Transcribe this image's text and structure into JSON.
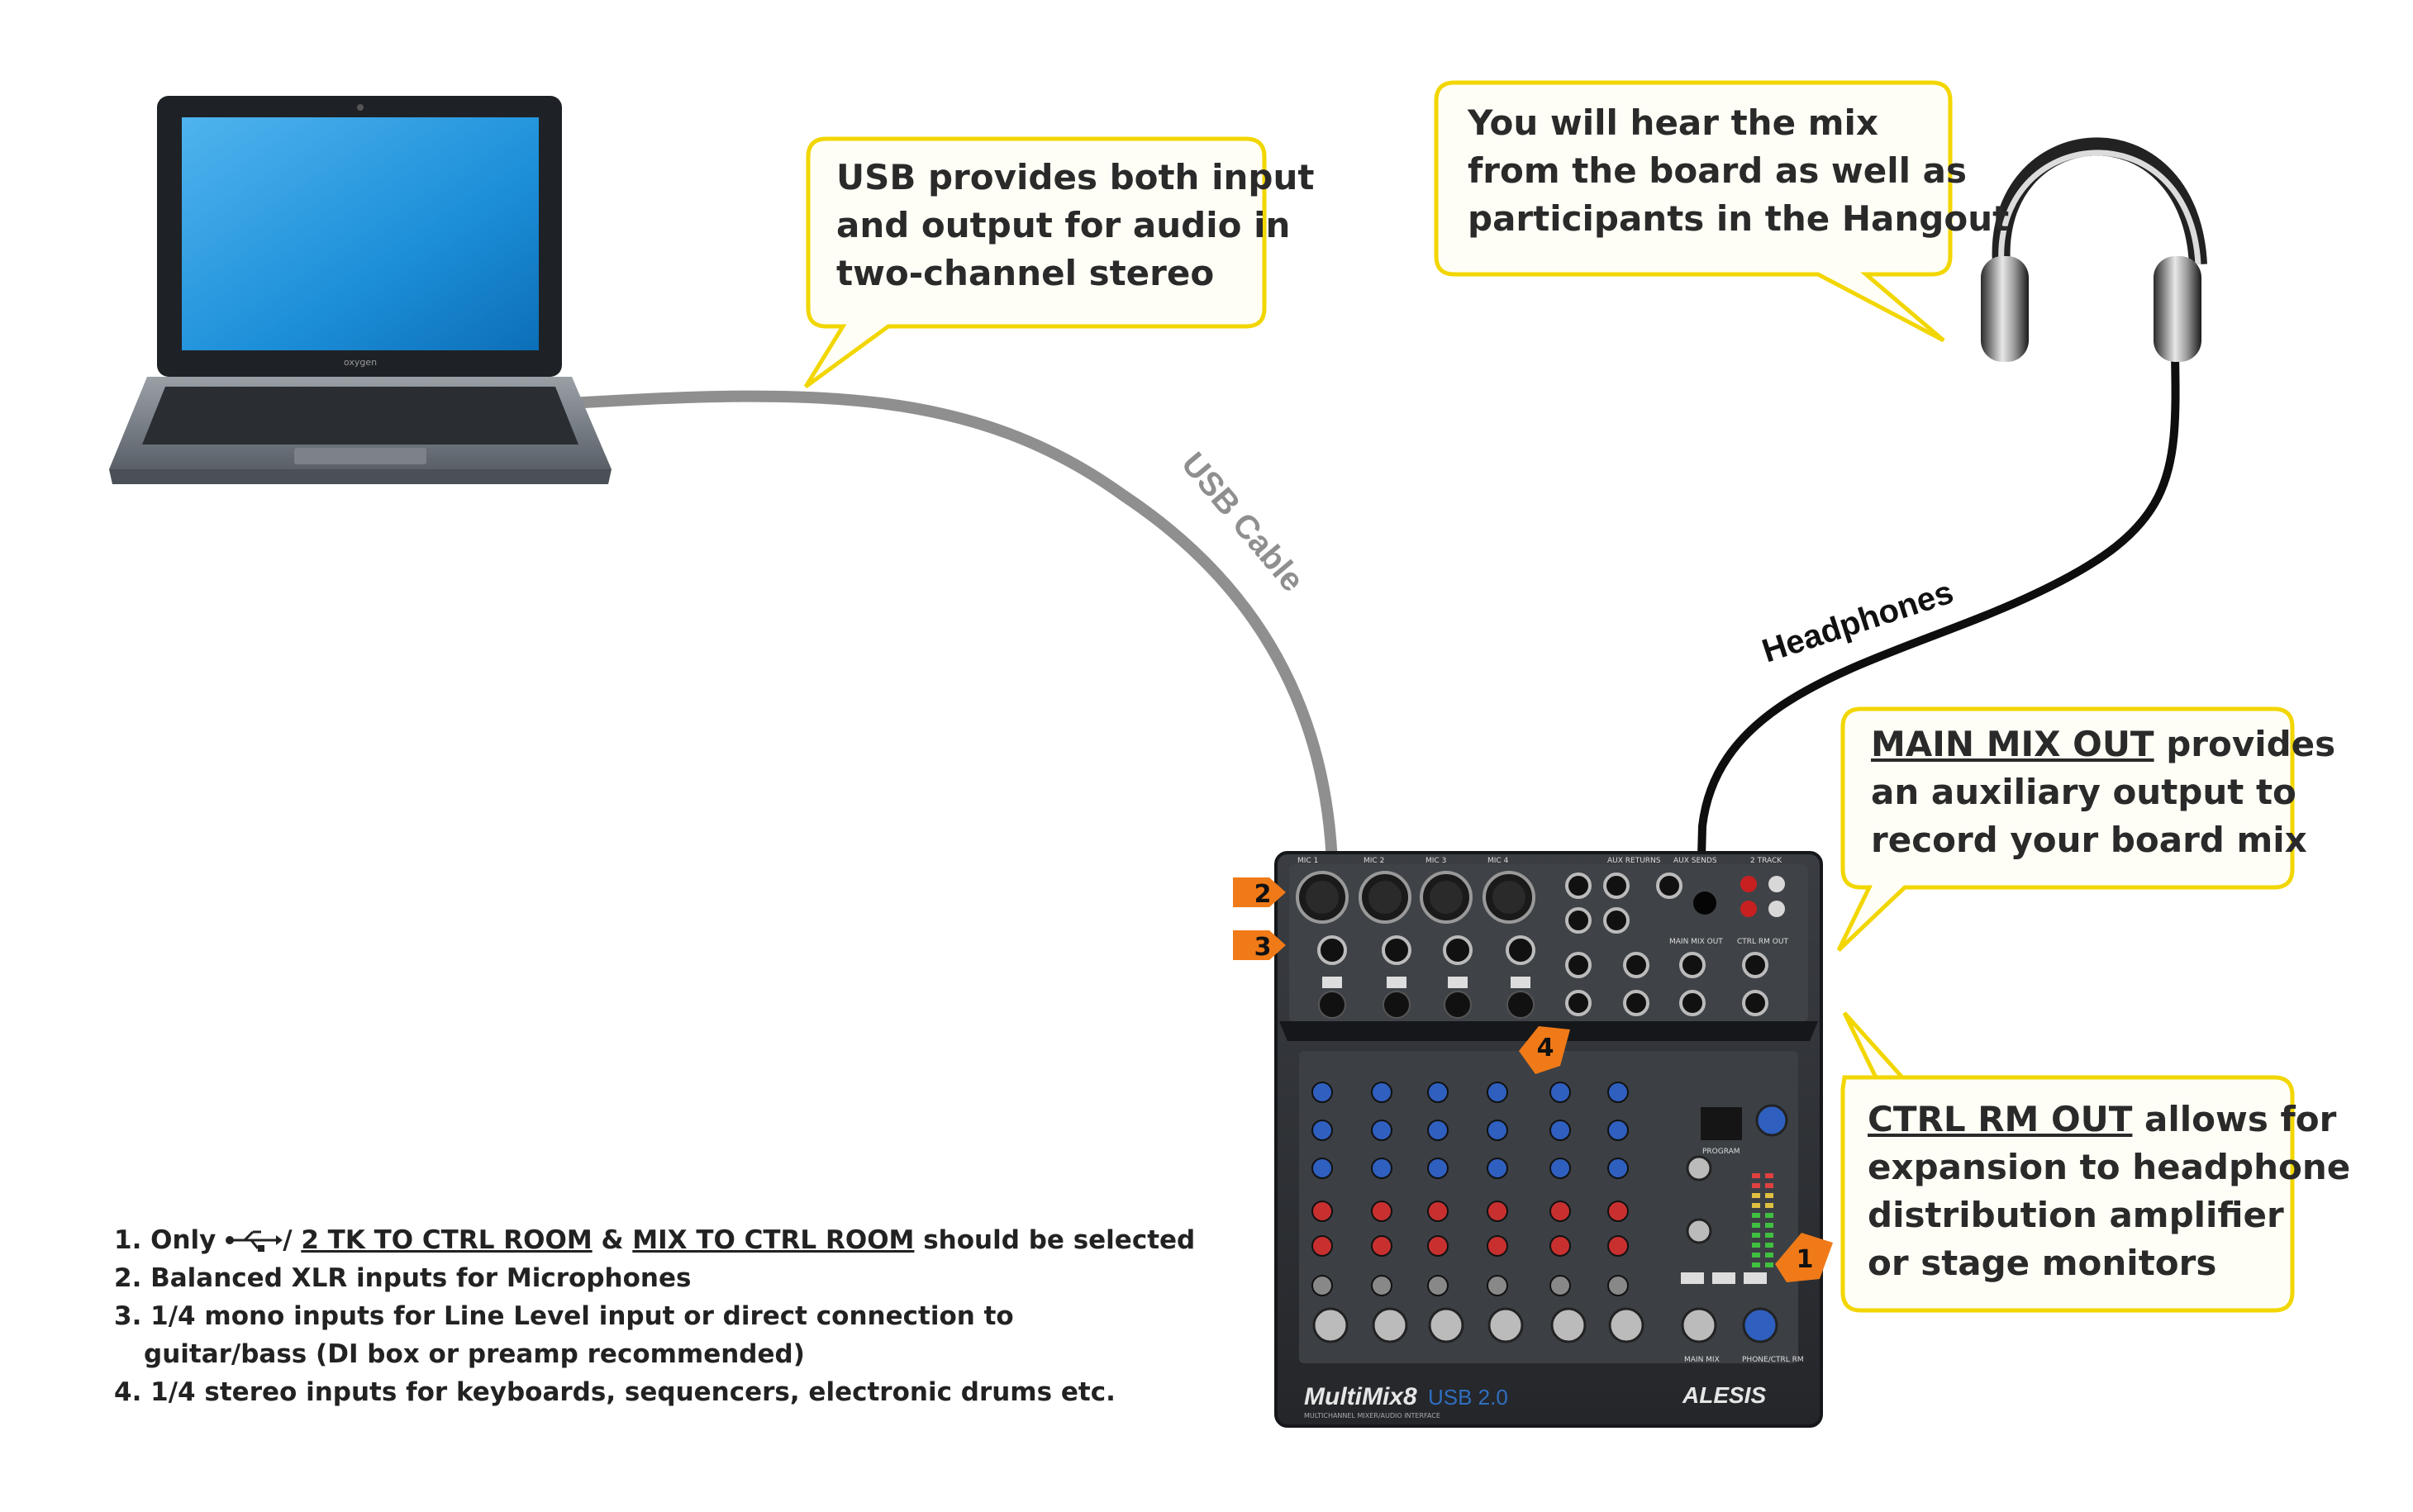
{
  "callouts": {
    "usb": {
      "line1": "USB provides both input",
      "line2": "and output for audio in",
      "line3": "two-channel stereo"
    },
    "headphones": {
      "line1": "You will hear the mix",
      "line2": "from the board as well as",
      "line3": "participants in the Hangout"
    },
    "main_mix": {
      "underlined": "MAIN MIX OUT",
      "line1_rest": " provides",
      "line2": "an auxiliary output to",
      "line3": "record your board mix"
    },
    "ctrl_rm": {
      "underlined": "CTRL RM OUT",
      "line1_rest": " allows for",
      "line2": "expansion to headphone",
      "line3": "distribution amplifier",
      "line4": "or stage monitors"
    }
  },
  "cable_labels": {
    "usb_cable": "USB Cable",
    "headphones": "Headphones"
  },
  "markers": [
    "1",
    "2",
    "3",
    "4"
  ],
  "mixer": {
    "brand": "ALESIS",
    "model": "MultiMix8",
    "usb_badge": "USB 2.0",
    "subtitle": "MULTICHANNEL MIXER/AUDIO INTERFACE",
    "channel_labels": [
      "MIC 1",
      "MIC 2",
      "MIC 3",
      "MIC 4"
    ],
    "section_labels": {
      "aux_returns": "AUX RETURNS",
      "aux_sends": "AUX SENDS",
      "two_track": "2 TRACK",
      "main_mix_out": "MAIN MIX OUT",
      "ctrl_rm_out": "CTRL RM OUT",
      "program": "PROGRAM",
      "main_mix": "MAIN MIX",
      "phone_ctrl_rm": "PHONE/CTRL RM"
    }
  },
  "laptop": {
    "brand": "oxygen"
  },
  "notes": {
    "n1_prefix": "1. Only ",
    "n1_sep": "/ ",
    "n1_item1": "2 TK TO CTRL ROOM",
    "n1_amp": " & ",
    "n1_item2": "MIX TO CTRL ROOM",
    "n1_suffix": " should be selected",
    "n2": "2. Balanced XLR inputs for Microphones",
    "n3a": "3. 1/4 mono inputs for Line Level input or direct connection to",
    "n3b": "guitar/bass (DI box or preamp recommended)",
    "n4": "4. 1/4 stereo inputs for keyboards, sequencers, electronic drums etc."
  },
  "colors": {
    "callout_fill": "#fffef6",
    "callout_border": "#f2d600",
    "marker_orange": "#f07a18",
    "usb_cable": "#909090",
    "headphone_cable": "#111111"
  }
}
